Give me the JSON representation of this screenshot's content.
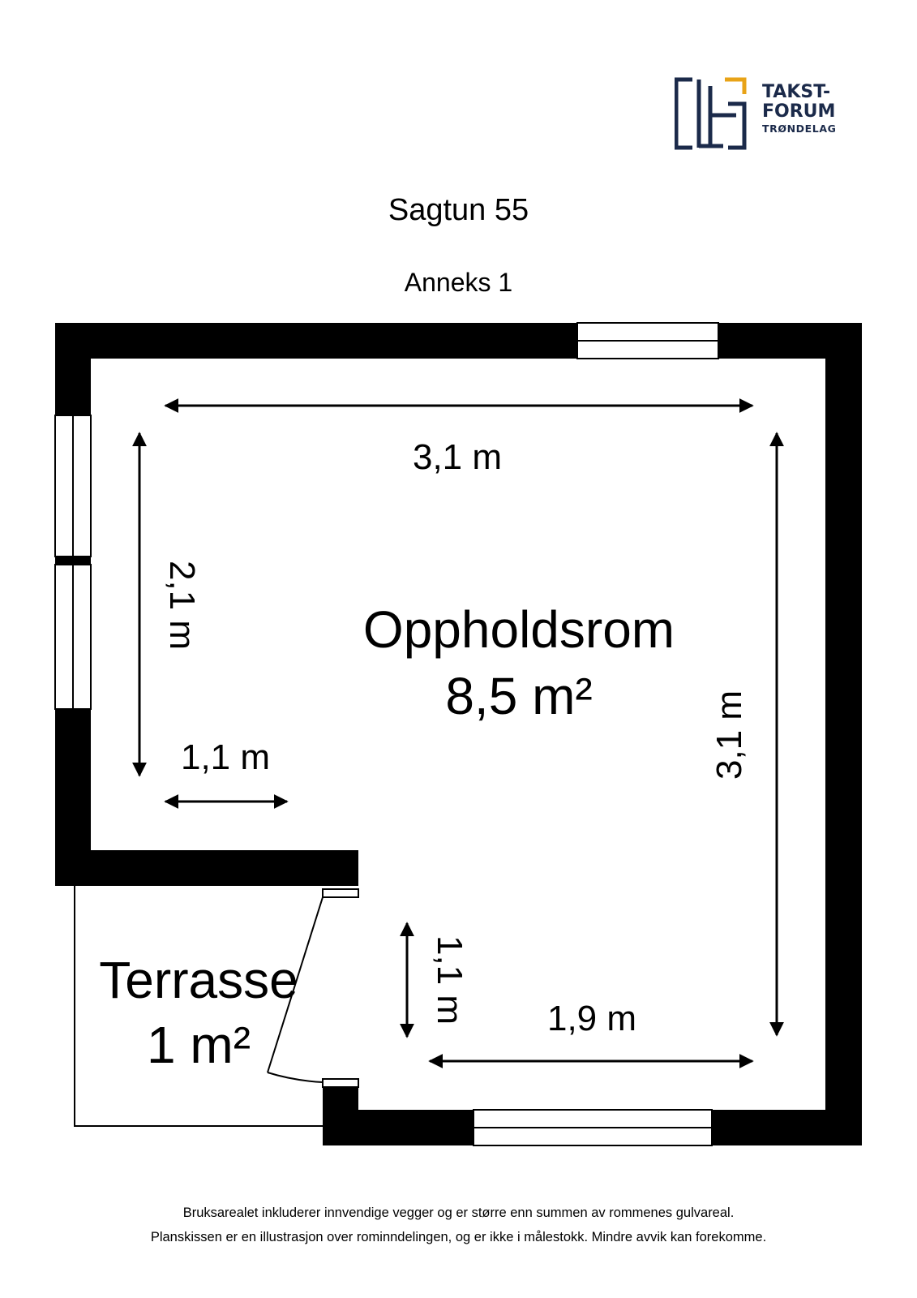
{
  "logo": {
    "line1": "TAKST-",
    "line2": "FORUM",
    "line3": "TRØNDELAG",
    "navy": "#1b2a4a",
    "gold": "#e8a317"
  },
  "header": {
    "title": "Sagtun 55",
    "subtitle": "Anneks 1"
  },
  "rooms": {
    "main_name": "Oppholdsrom",
    "main_area": "8,5 m²",
    "terrace_name": "Terrasse",
    "terrace_area": "1 m²"
  },
  "dimensions": {
    "top_width": "3,1 m",
    "left_height": "2,1 m",
    "left_step": "1,1 m",
    "right_height": "3,1 m",
    "door_height": "1,1 m",
    "bottom_width": "1,9 m"
  },
  "footer": {
    "line1": "Bruksarealet inkluderer innvendige vegger og er større enn summen av rommenes gulvareal.",
    "line2": "Planskissen er en illustrasjon over rominndelingen, og er ikke i målestokk. Mindre avvik kan forekomme."
  }
}
